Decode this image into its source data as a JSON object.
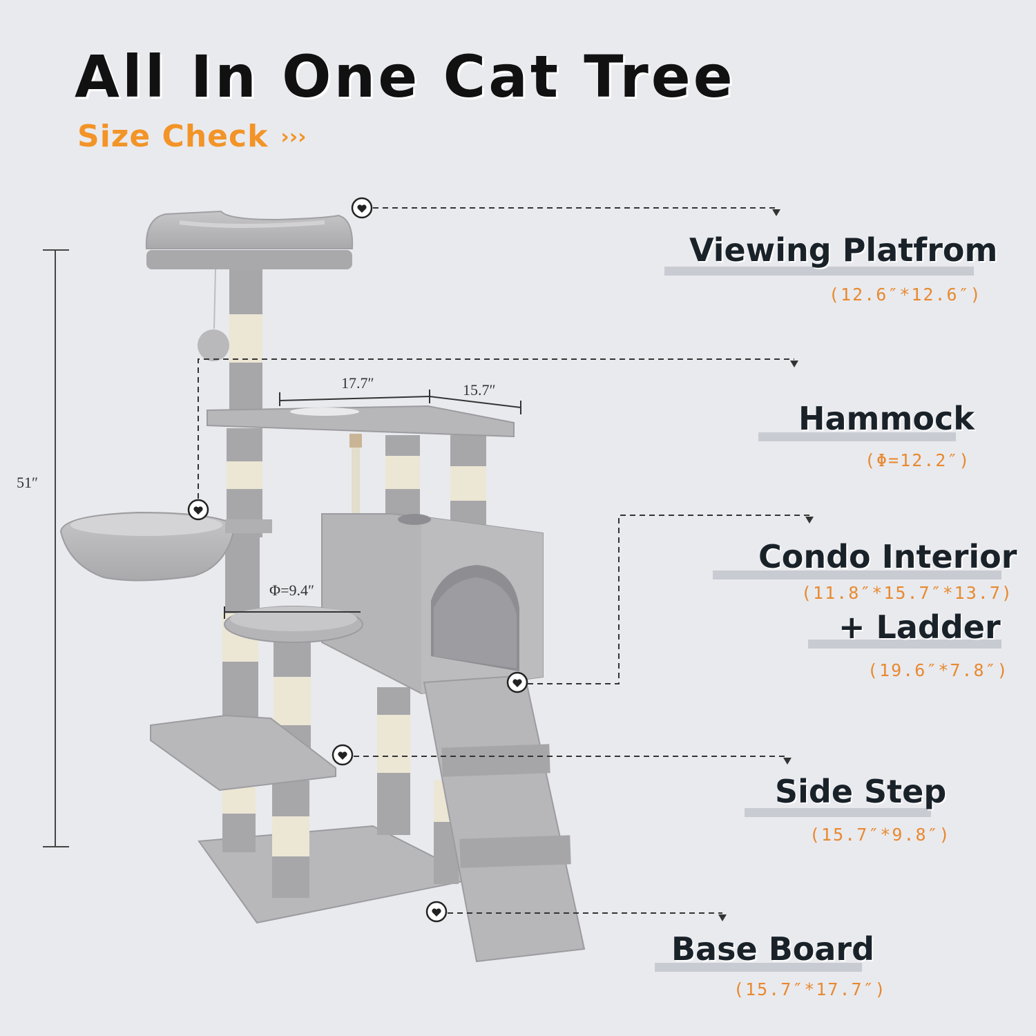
{
  "heading": {
    "title": "All In One Cat Tree",
    "subtitle": "Size Check",
    "subtitle_arrows": "›››"
  },
  "measurements": {
    "height": "51″",
    "width": "17.7″",
    "depth": "15.7″",
    "perch_diameter": "Φ=9.4″"
  },
  "parts": [
    {
      "name": "Viewing Platfrom",
      "size": "(12.6″*12.6″)"
    },
    {
      "name": "Hammock",
      "size": "(Φ=12.2″)"
    },
    {
      "name": "Condo Interior",
      "size": "(11.8″*15.7″*13.7)"
    },
    {
      "name": "+ Ladder",
      "size": "(19.6″*7.8″)"
    },
    {
      "name": "Side Step",
      "size": "(15.7″*9.8″)"
    },
    {
      "name": "Base Board",
      "size": "(15.7″*17.7″)"
    }
  ],
  "colors": {
    "background": "#e9eaee",
    "accent": "#f29427",
    "plush": "#b3b3b5",
    "sisal": "#ece6d4"
  }
}
